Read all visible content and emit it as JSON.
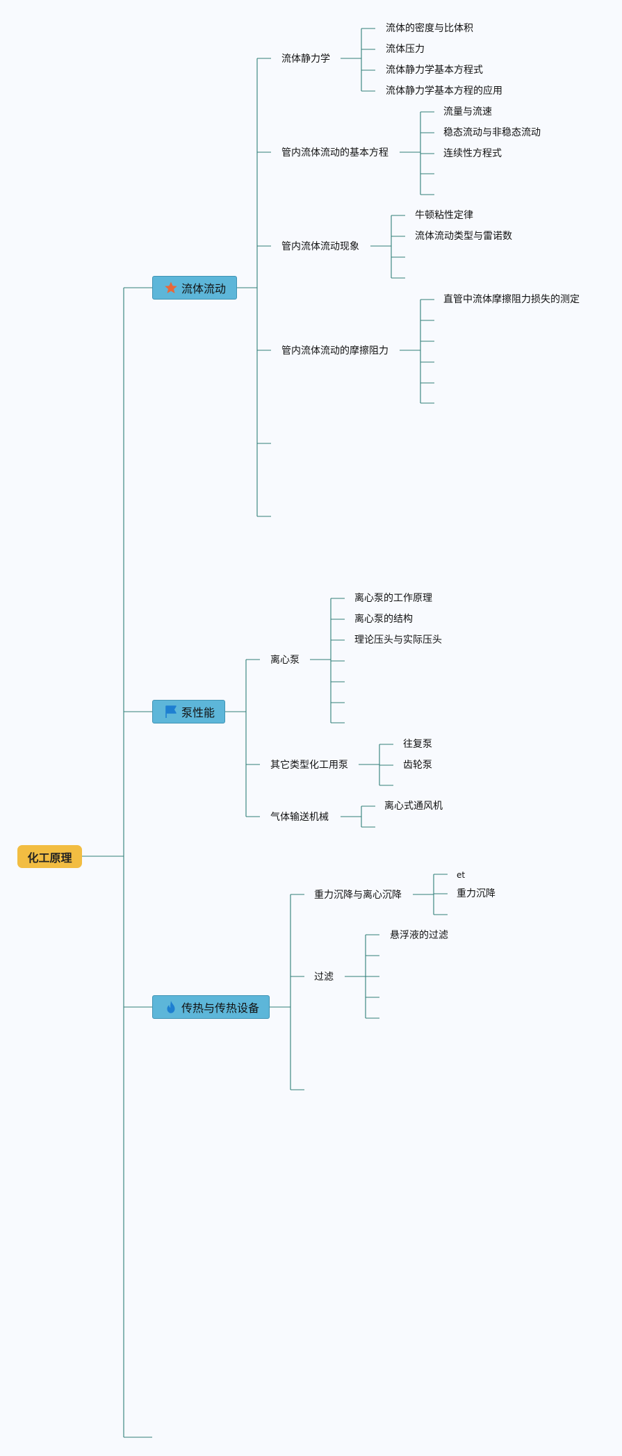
{
  "root": {
    "label": "化工原理"
  },
  "branches": [
    {
      "label": "流体流动",
      "icon": "star-icon",
      "icon_color": "#e8683a",
      "topics": [
        {
          "label": "流体静力学",
          "leaves": [
            "流体的密度与比体积",
            "流体压力",
            "流体静力学基本方程式",
            "流体静力学基本方程的应用"
          ]
        },
        {
          "label": "管内流体流动的基本方程",
          "leaves": [
            "流量与流速",
            "稳态流动与非稳态流动",
            "连续性方程式",
            "",
            ""
          ]
        },
        {
          "label": "管内流体流动现象",
          "leaves": [
            "牛顿粘性定律",
            "流体流动类型与雷诺数",
            "",
            ""
          ]
        },
        {
          "label": "管内流体流动的摩擦阻力",
          "leaves": [
            "直管中流体摩擦阻力损失的测定",
            "",
            "",
            "",
            "",
            ""
          ]
        },
        {
          "label": "",
          "leaves": []
        },
        {
          "label": "",
          "leaves": []
        }
      ]
    },
    {
      "label": "泵性能",
      "icon": "flag-icon",
      "icon_color": "#1e7fd1",
      "topics": [
        {
          "label": "离心泵",
          "leaves": [
            "离心泵的工作原理",
            "离心泵的结构",
            "理论压头与实际压头",
            "",
            "",
            "",
            ""
          ]
        },
        {
          "label": "其它类型化工用泵",
          "leaves": [
            "往复泵",
            "齿轮泵",
            ""
          ]
        },
        {
          "label": "气体输送机械",
          "leaves": [
            "离心式通风机",
            ""
          ]
        }
      ]
    },
    {
      "label": "传热与传热设备",
      "icon": "flame-icon",
      "icon_color": "#1e7fd1",
      "topics": [
        {
          "label": "重力沉降与离心沉降",
          "leaves": [
            "et",
            "重力沉降",
            ""
          ]
        },
        {
          "label": "过滤",
          "leaves": [
            "悬浮液的过滤",
            "",
            "",
            "",
            ""
          ]
        },
        {
          "label": "",
          "leaves": []
        }
      ]
    },
    {
      "label": "",
      "icon": "",
      "icon_color": "",
      "topics": []
    }
  ],
  "colors": {
    "background": "#f8fafe",
    "connector": "#2f7f77",
    "root_fill": "#f2bd42",
    "branch_fill": "#5db6d9",
    "branch_border": "#3f93b4"
  }
}
